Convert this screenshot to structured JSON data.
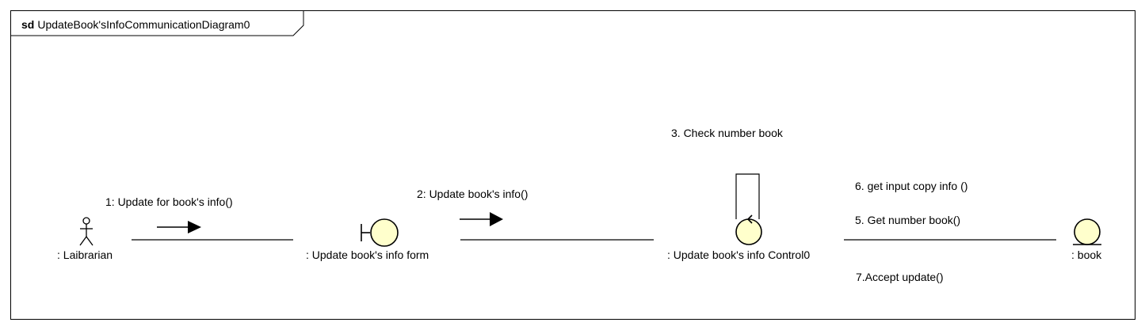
{
  "frame": {
    "keyword": "sd",
    "name": "UpdateBook'sInfoCommunicationDiagram0"
  },
  "lifelines": {
    "actor": {
      "name": ": Laibrarian",
      "icon": "actor-icon"
    },
    "boundary": {
      "name": ": Update book's info form",
      "icon": "boundary-icon"
    },
    "control": {
      "name": ": Update book's info Control0",
      "icon": "control-icon"
    },
    "entity": {
      "name": ": book",
      "icon": "entity-icon"
    }
  },
  "messages": {
    "m1": "1: Update for book's info()",
    "m2": "2: Update book's info()",
    "m3": "3. Check number book",
    "m6": "6. get input copy info ()",
    "m5": "5. Get number book()",
    "m7": "7.Accept update()"
  },
  "colors": {
    "fill": "#ffffcc",
    "stroke": "#000000"
  }
}
